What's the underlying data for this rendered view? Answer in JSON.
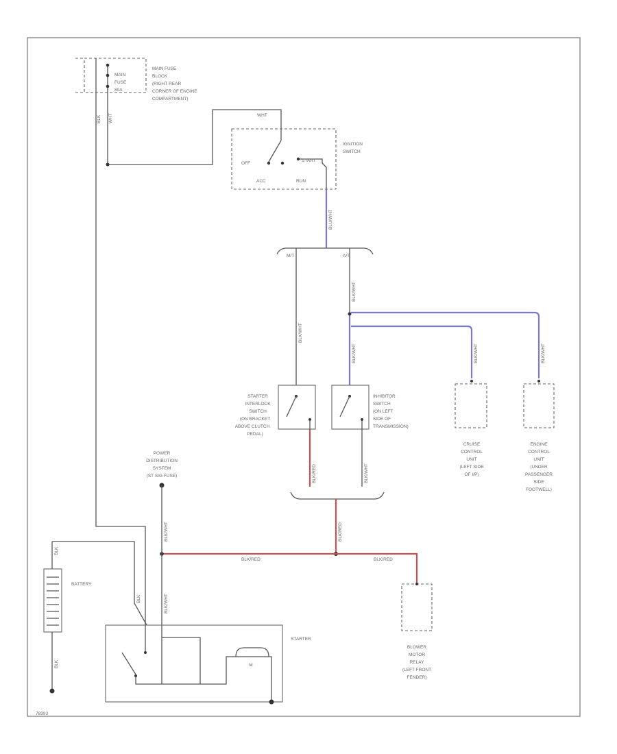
{
  "components": {
    "main_fuse_block": {
      "fuse_lines": [
        "MAIN",
        "FUSE",
        "80A"
      ],
      "location": [
        "MAIN FUSE",
        "BLOCK",
        "(RIGHT REAR",
        "CORNER OF ENGINE",
        "COMPARTMENT)"
      ]
    },
    "ignition_switch": {
      "label": [
        "IGNITION",
        "SWITCH"
      ],
      "positions": {
        "off": "OFF",
        "start": "START",
        "acc": "ACC",
        "run": "RUN"
      }
    },
    "starter_interlock_switch": {
      "label": [
        "STARTER",
        "INTERLOCK",
        "SWITCH",
        "(ON BRACKET",
        "ABOVE CLUTCH",
        "PEDAL)"
      ]
    },
    "inhibitor_switch": {
      "label": [
        "INHIBITOR",
        "SWITCH",
        "(ON LEFT",
        "SIDE OF",
        "TRANSMISSION)"
      ]
    },
    "cruise_control_unit": {
      "label": [
        "CRUISE",
        "CONTROL",
        "UNIT",
        "(LEFT SIDE",
        "OF I/P)"
      ]
    },
    "engine_control_unit": {
      "label": [
        "ENGINE",
        "CONTROL",
        "UNIT",
        "(UNDER",
        "PASSENGER",
        "SIDE",
        "FOOTWELL)"
      ]
    },
    "power_distribution": {
      "label": [
        "POWER",
        "DISTRIBUTION",
        "SYSTEM",
        "(ST SIG FUSE)"
      ]
    },
    "battery": {
      "label": "BATTERY"
    },
    "starter": {
      "label": "STARTER",
      "motor_symbol": "M"
    },
    "blower_motor_relay": {
      "label": [
        "BLOWER",
        "MOTOR",
        "RELAY",
        "(LEFT FRONT",
        "FENDER)"
      ]
    }
  },
  "wire_labels": {
    "main_feed": "BLK",
    "fuse_out": "WHT",
    "ign_feed": "WHT",
    "ign_out": "BLU/WHT",
    "branch_mt": "M/T",
    "branch_at": "A/T",
    "to_interlock": "BLK/WHT",
    "to_inhibitor": "BLK/WHT",
    "to_cruise": "BLK/WHT",
    "to_ecu": "BLK/WHT",
    "interlock_out": "BLK/RED",
    "inhibitor_out": "BLK/WHT",
    "merge_out": "BLK/RED",
    "start_bus_left": "BLK/RED",
    "start_bus_right": "BLK/RED",
    "pds_wire": "BLK/WHT",
    "starter_sig": "BLK/WHT",
    "batt_plus": "BLK",
    "batt_out": "BLK",
    "batt_minus": "BLK"
  },
  "footer": {
    "code": "78393"
  }
}
